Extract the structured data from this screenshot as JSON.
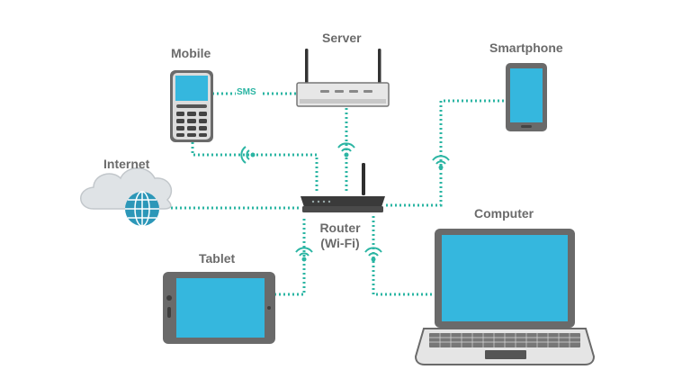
{
  "labels": {
    "mobile": "Mobile",
    "server": "Server",
    "smartphone": "Smartphone",
    "internet": "Internet",
    "router_line1": "Router",
    "router_line2": "(Wi-Fi)",
    "tablet": "Tablet",
    "computer": "Computer",
    "sms": "SMS"
  },
  "colors": {
    "link": "#2bb5a3",
    "screen": "#35b7de",
    "device_body": "#6a6a6a",
    "label": "#6b6b6b",
    "router": "#3a3a3a",
    "server": "#e7e7e7",
    "cloud": "#dfe3e6"
  },
  "icons": [
    "wifi-icon",
    "globe-icon",
    "cloud-icon",
    "antenna-icon"
  ]
}
